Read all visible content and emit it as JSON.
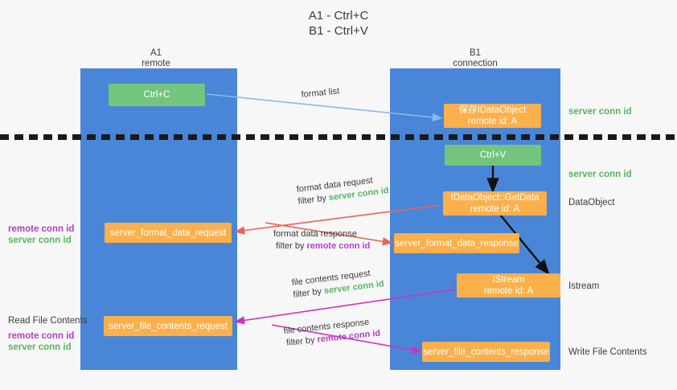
{
  "title": "A1 - Ctrl+C\nB1 - Ctrl+V",
  "columns": [
    {
      "name": "A1",
      "sub": "remote"
    },
    {
      "name": "B1",
      "sub": "connection"
    }
  ],
  "colors": {
    "lane": "#4a86d8",
    "green_node": "#74c47e",
    "orange_node": "#fbb04c",
    "server_conn": "#57b45f",
    "remote_conn": "#b43fc4",
    "arrow_blue": "#8ab8e8",
    "arrow_red": "#e8635a",
    "arrow_magenta": "#cc33bb",
    "arrow_black": "#111111",
    "background": "#f7f7f7"
  },
  "nodes": {
    "ctrl_c": {
      "line1": "Ctrl+C",
      "line2": ""
    },
    "save_idataobject": {
      "line1": "保存IDataObject",
      "line2": "remote id: A"
    },
    "ctrl_v": {
      "line1": "Ctrl+V",
      "line2": ""
    },
    "getdata": {
      "line1": "IDataObject::GetData",
      "line2": "remote id: A"
    },
    "format_data_request": {
      "line1": "server_format_data_request",
      "line2": ""
    },
    "format_data_response": {
      "line1": "server_format_data_response",
      "line2": ""
    },
    "istream": {
      "line1": "IStream",
      "line2": "remote id: A"
    },
    "file_contents_request": {
      "line1": "server_file_contents_request",
      "line2": ""
    },
    "file_contents_response": {
      "line1": "server_file_contents_response",
      "line2": ""
    }
  },
  "right_labels": {
    "server_conn_top": "server conn id",
    "server_conn_mid": "server conn id",
    "dataobject": "DataObject",
    "istream": "Istream",
    "write_file_contents": "Write File Contents"
  },
  "left_labels": {
    "remote_conn_1": "remote conn id",
    "server_conn_1": "server conn id",
    "read_file_contents": "Read File Contents",
    "remote_conn_2": "remote conn id",
    "server_conn_2": "server conn id"
  },
  "edges": {
    "format_list": {
      "text": "format list"
    },
    "format_data_request": {
      "line1": "format data request",
      "filter_prefix": "filter by ",
      "filter_value": "server conn id"
    },
    "format_data_response": {
      "line1": "format data response",
      "filter_prefix": "filter by ",
      "filter_value": "remote conn id"
    },
    "file_contents_request": {
      "line1": "file contents request",
      "filter_prefix": "filter by ",
      "filter_value": "server conn id"
    },
    "file_contents_response": {
      "line1": "file contents response",
      "filter_prefix": "filter by ",
      "filter_value": "remote conn id"
    }
  }
}
